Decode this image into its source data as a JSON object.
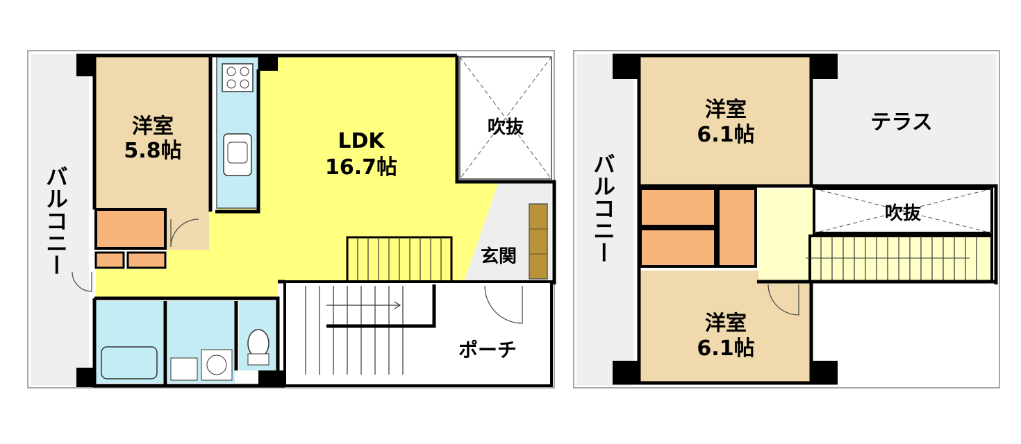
{
  "floor1": {
    "room_western": {
      "name": "洋室",
      "size": "5.8帖"
    },
    "ldk": {
      "name": "LDK",
      "size": "16.7帖"
    },
    "void": "吹抜",
    "entrance": "玄関",
    "porch": "ポーチ",
    "balcony": "バルコニー"
  },
  "floor2": {
    "room_top": {
      "name": "洋室",
      "size": "6.1帖"
    },
    "room_bottom": {
      "name": "洋室",
      "size": "6.1帖"
    },
    "terrace": "テラス",
    "void": "吹抜",
    "balcony": "バルコニー"
  },
  "colors": {
    "ldk": "#ffff80",
    "western_room": "#f0d9ac",
    "storage": "#f7b57c",
    "water": "#c3ecf4",
    "balcony": "#efefef",
    "entrance": "#eeeeee",
    "stair_2f": "#ffffc8",
    "wall": "#000000"
  }
}
